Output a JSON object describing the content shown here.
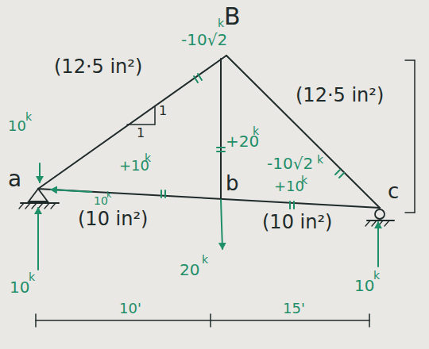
{
  "diagram": {
    "labels": [
      "-10√2",
      "k",
      "B",
      "(12·5 in²)",
      "1",
      "1",
      "10",
      "k",
      "a",
      "+10",
      "k",
      "10",
      "k",
      "(10 in²)",
      "+20",
      "k",
      "b",
      "(12·5 in²)",
      "-10√2",
      "k",
      "+10",
      "k",
      "(10 in²)",
      "c",
      "10",
      "k",
      "20",
      "k",
      "10",
      "k",
      "10'",
      "15'"
    ]
  }
}
